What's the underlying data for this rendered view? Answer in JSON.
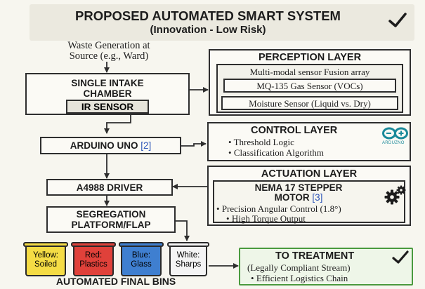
{
  "title": {
    "line1": "PROPOSED AUTOMATED SMART SYSTEM",
    "line2": "(Innovation - Low Risk)"
  },
  "source": {
    "line1": "Waste Generation at",
    "line2": "Source (e.g., Ward)"
  },
  "intake": {
    "line1": "SINGLE INTAKE",
    "line2": "CHAMBER",
    "sensor": "IR SENSOR"
  },
  "perception": {
    "title": "PERCEPTION LAYER",
    "array_label": "Multi-modal sensor Fusion array",
    "sensor1": "MQ-135 Gas Sensor (VOCs)",
    "sensor2": "Moisture Sensor (Liquid vs. Dry)"
  },
  "arduino": {
    "label": "ARDUINO UNO",
    "ref": "[2]"
  },
  "control": {
    "title": "CONTROL LAYER",
    "bullets": [
      "Threshold Logic",
      "Classification Algorithm"
    ],
    "logo_text": "ARDUZNO"
  },
  "driver": {
    "label": "A4988 DRIVER"
  },
  "actuation": {
    "title": "ACTUATION LAYER",
    "motor_line1": "NEMA 17 STEPPER",
    "motor_line2": "MOTOR",
    "ref": "[3]",
    "bullets": [
      "Precision Angular Control (1.8°)",
      "High Torque Output"
    ]
  },
  "platform": {
    "line1": "SEGREGATION",
    "line2": "PLATFORM/FLAP"
  },
  "bins": {
    "caption": "AUTOMATED FINAL BINS",
    "items": [
      {
        "line1": "Yellow:",
        "line2": "Soiled",
        "color": "#f5dc45"
      },
      {
        "line1": "Red:",
        "line2": "Plastics",
        "color": "#e0413a"
      },
      {
        "line1": "Blue:",
        "line2": "Glass",
        "color": "#3f7fd0"
      },
      {
        "line1": "White:",
        "line2": "Sharps",
        "color": "#f4f4f4"
      }
    ]
  },
  "treatment": {
    "title": "TO TREATMENT",
    "line2": "(Legally Compliant Stream)",
    "bullet": "Efficient Logistics Chain"
  },
  "colors": {
    "ink": "#2e2e2e",
    "ref_blue": "#2f56b8",
    "arduino_teal": "#1b8a9a",
    "treatment_green": "#4a9a3e",
    "treatment_fill": "#eef6e8"
  },
  "icons": [
    "checkmark-icon",
    "arduino-logo-icon",
    "gears-icon",
    "arrow-icon"
  ]
}
